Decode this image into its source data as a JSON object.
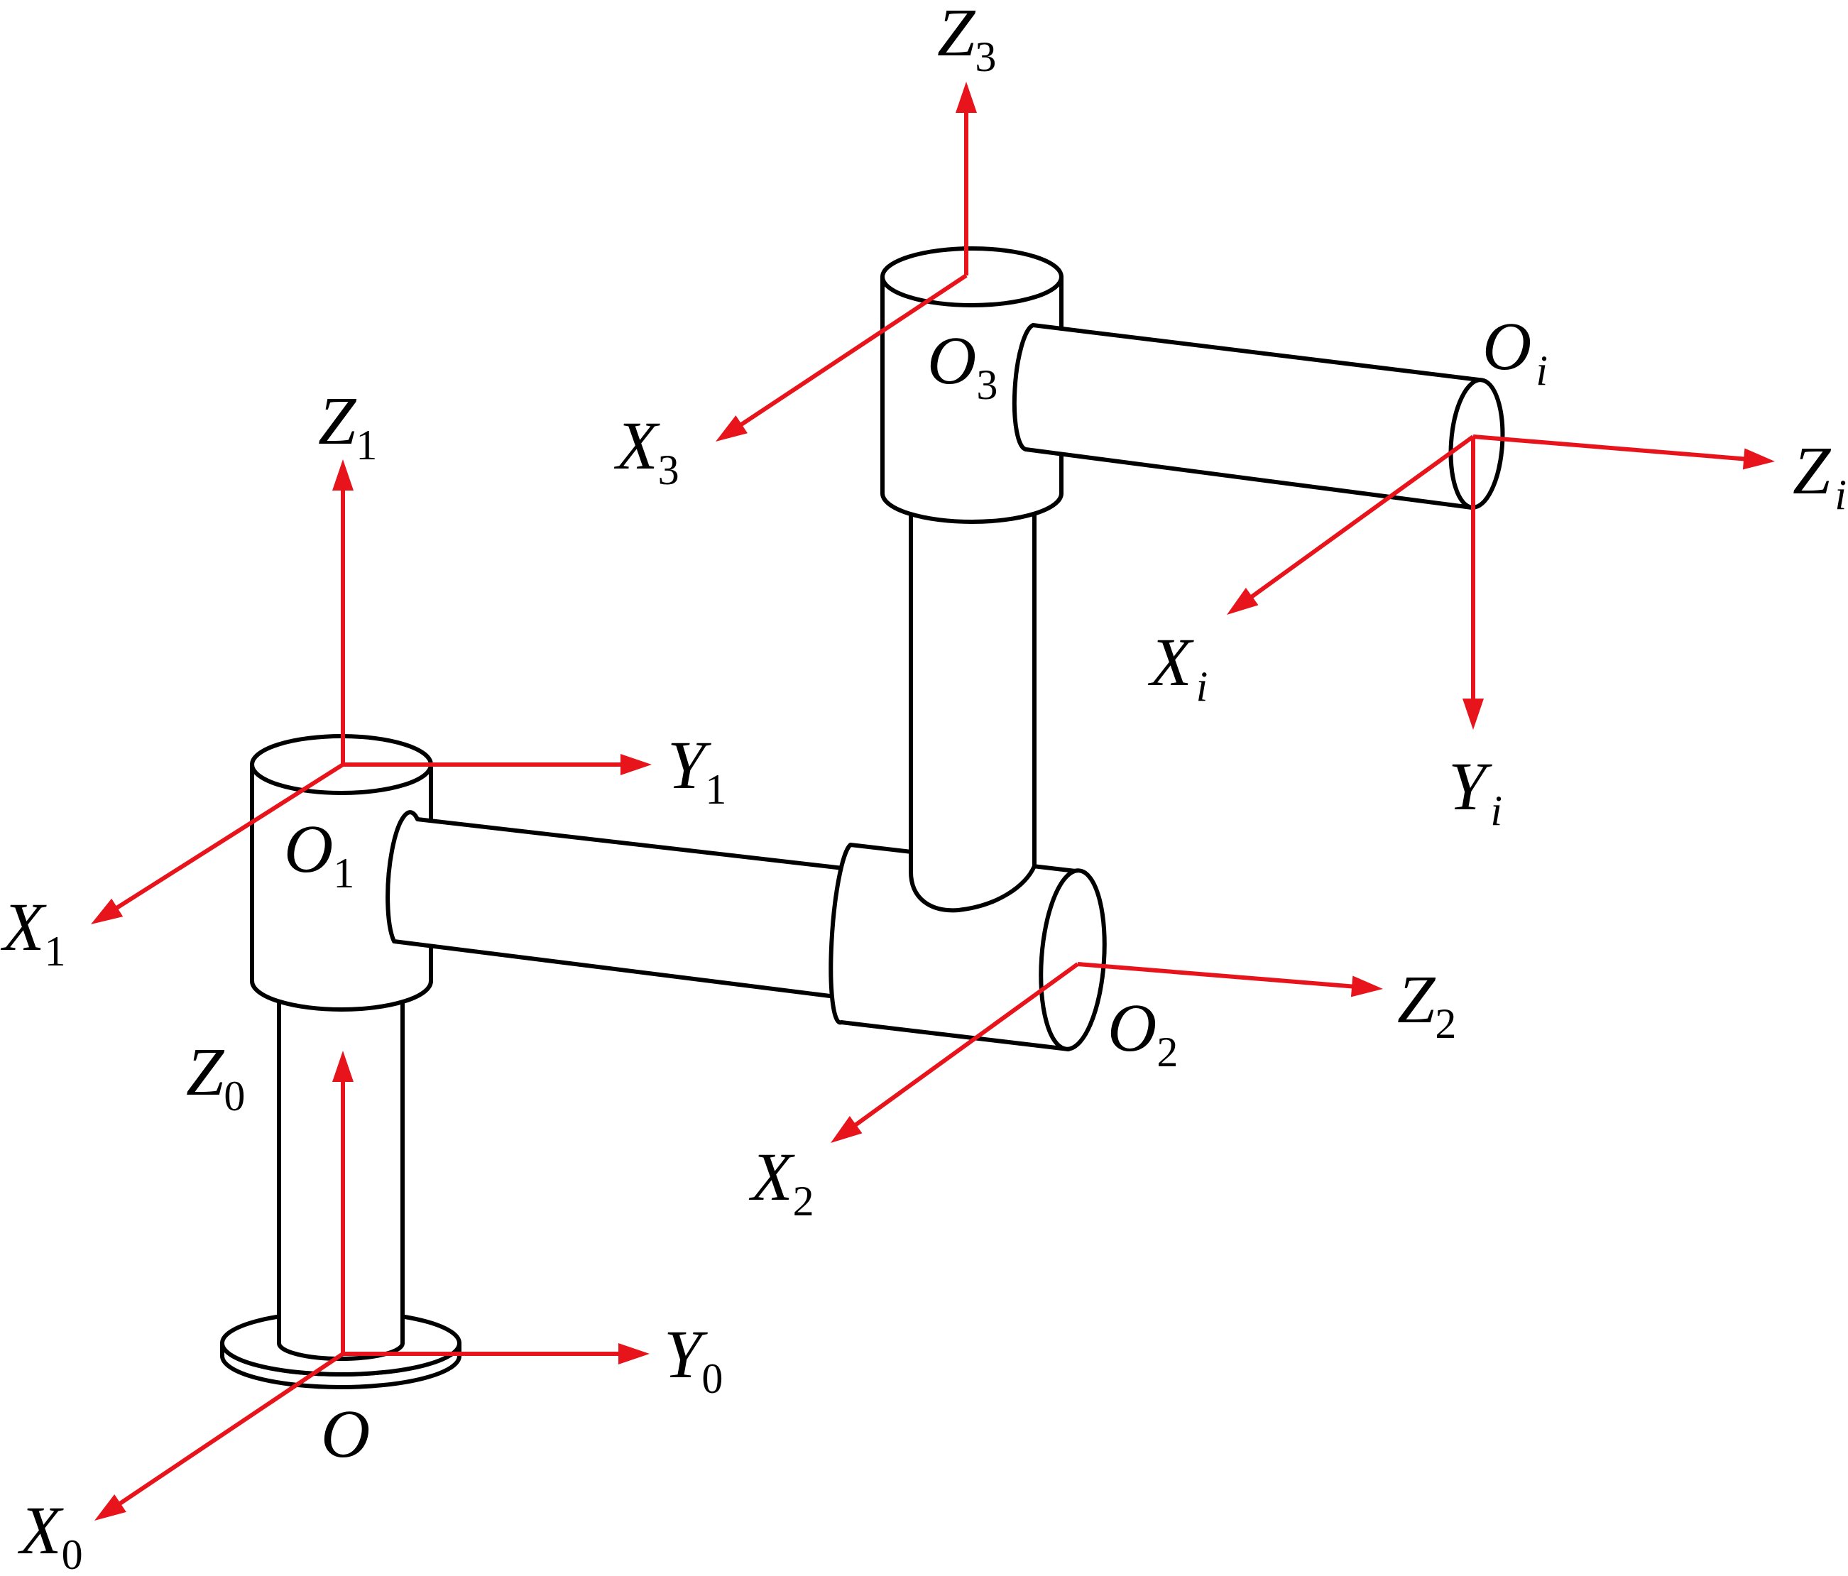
{
  "labels": {
    "z3": {
      "main": "Z",
      "sub": "3"
    },
    "x3": {
      "main": "X",
      "sub": "3"
    },
    "o3": {
      "main": "O",
      "sub": "3"
    },
    "oi": {
      "main": "O",
      "sub": "i"
    },
    "zi": {
      "main": "Z",
      "sub": "i"
    },
    "xi": {
      "main": "X",
      "sub": "i"
    },
    "yi": {
      "main": "Y",
      "sub": "i"
    },
    "z1": {
      "main": "Z",
      "sub": "1"
    },
    "y1": {
      "main": "Y",
      "sub": "1"
    },
    "x1": {
      "main": "X",
      "sub": "1"
    },
    "o1": {
      "main": "O",
      "sub": "1"
    },
    "z2": {
      "main": "Z",
      "sub": "2"
    },
    "o2": {
      "main": "O",
      "sub": "2"
    },
    "x2": {
      "main": "X",
      "sub": "2"
    },
    "z0": {
      "main": "Z",
      "sub": "0"
    },
    "y0": {
      "main": "Y",
      "sub": "0"
    },
    "o": {
      "main": "O",
      "sub": ""
    },
    "x0": {
      "main": "X",
      "sub": "0"
    }
  },
  "colors": {
    "axis": "#e8141b",
    "outline": "#000000",
    "fill": "#ffffff"
  }
}
